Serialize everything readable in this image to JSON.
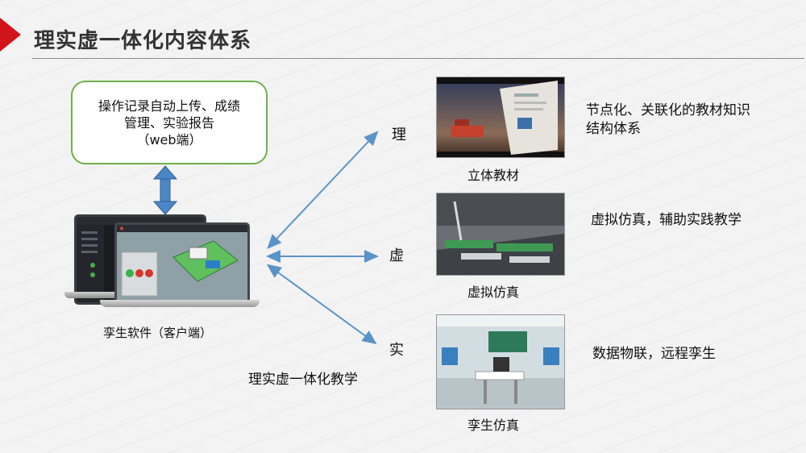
{
  "header": {
    "title": "理实虚一体化内容体系"
  },
  "web_box": {
    "lines": [
      "操作记录自动上传、成绩",
      "管理、实验报告",
      "（web端）"
    ]
  },
  "client": {
    "label": "孪生软件（客户端）"
  },
  "diagram": {
    "label_theory": "理",
    "label_virtual": "虚",
    "label_real": "实",
    "teaching_label": "理实虚一体化教学"
  },
  "panels": [
    {
      "caption": "立体教材",
      "description": [
        "节点化、关联化的教材知识",
        "结构体系"
      ]
    },
    {
      "caption": "虚拟仿真",
      "description": [
        "虚拟仿真，辅助实践教学"
      ]
    },
    {
      "caption": "孪生仿真",
      "description": [
        "数据物联，远程孪生"
      ]
    }
  ],
  "colors": {
    "accent": "#d1141c",
    "box_border": "#6fb04a",
    "arrow": "#5b93c7"
  }
}
